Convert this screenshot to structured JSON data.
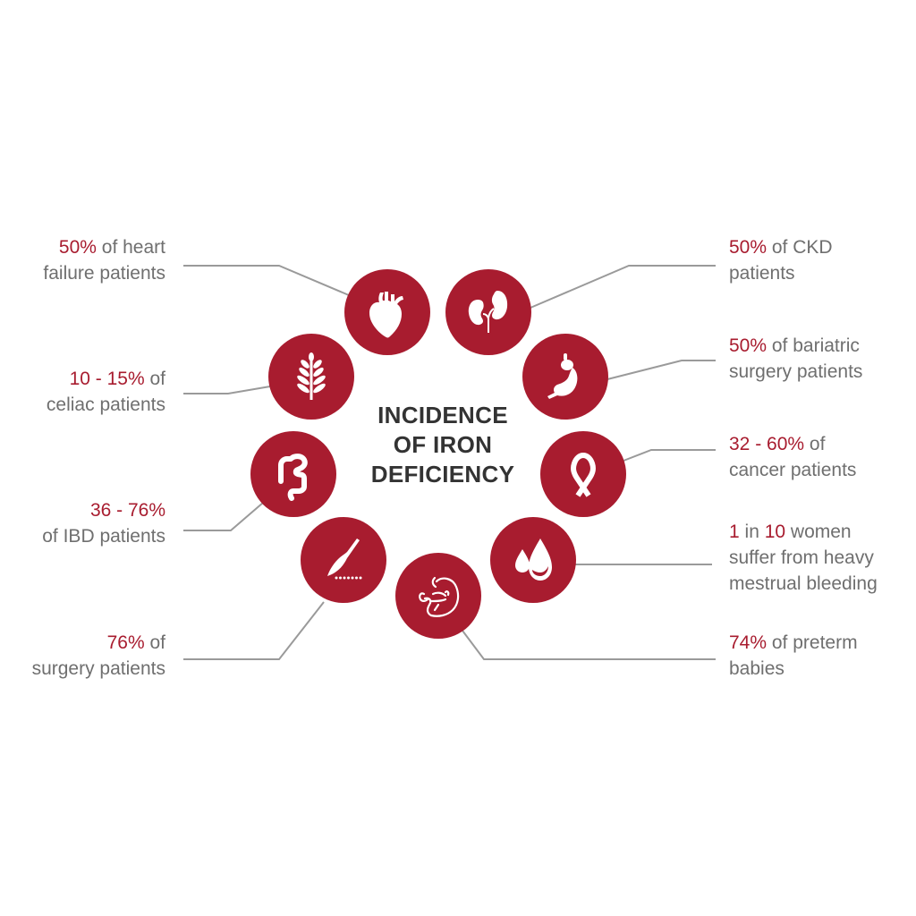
{
  "title": {
    "line1": "INCIDENCE",
    "line2": "OF IRON",
    "line3": "DEFICIENCY"
  },
  "colors": {
    "accent": "#a81c2f",
    "text": "#6f6f6f",
    "title": "#333333",
    "connector": "#9a9a9a"
  },
  "items": [
    {
      "icon": "heart-icon",
      "highlight": "50%",
      "text_inline": " of heart",
      "text_line2": "failure patients",
      "text_line3": ""
    },
    {
      "icon": "wheat-icon",
      "highlight": "10 - 15%",
      "text_inline": " of",
      "text_line2": "celiac patients",
      "text_line3": ""
    },
    {
      "icon": "intestine-icon",
      "highlight": "36 - 76%",
      "text_inline": "",
      "text_line2": "of IBD patients",
      "text_line3": ""
    },
    {
      "icon": "scalpel-icon",
      "highlight": "76%",
      "text_inline": " of",
      "text_line2": "surgery patients",
      "text_line3": ""
    },
    {
      "icon": "kidney-icon",
      "highlight": "50%",
      "text_inline": " of CKD",
      "text_line2": "patients",
      "text_line3": ""
    },
    {
      "icon": "stomach-icon",
      "highlight": "50%",
      "text_inline": " of bariatric",
      "text_line2": "surgery patients",
      "text_line3": ""
    },
    {
      "icon": "ribbon-icon",
      "highlight": "32 - 60%",
      "text_inline": " of",
      "text_line2": "cancer patients",
      "text_line3": ""
    },
    {
      "icon": "blood-drops-icon",
      "highlight": "1",
      "text_inline": " in ",
      "highlight2": "10",
      "text_inline2": " women",
      "text_line2": "suffer from heavy",
      "text_line3": "mestrual bleeding"
    },
    {
      "icon": "fetus-icon",
      "highlight": "74%",
      "text_inline": " of preterm",
      "text_line2": "babies",
      "text_line3": ""
    }
  ]
}
